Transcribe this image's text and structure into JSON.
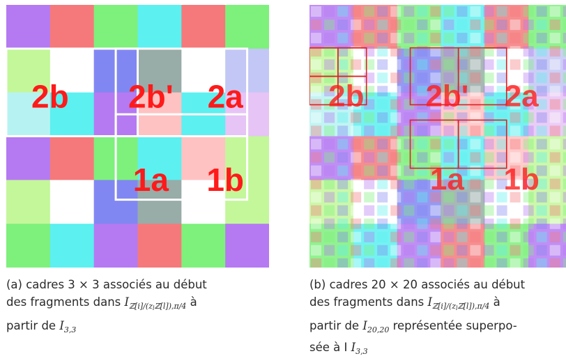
{
  "panel_a": {
    "grid_size": 6,
    "palette": {
      "p": "#b57af2",
      "s": "#f5797b",
      "g": "#7ef07c",
      "c": "#5cf0f0",
      "b": "#8187f2",
      "l": "#c3f79a",
      "w": "#ffffff",
      "t": "#3d7a74",
      "k": "#ffc2c2",
      "m": "#cfe9f5",
      "n": "#c2c7f5",
      "d": "#98aca8",
      "r": "#e6c4f5",
      "o": "#b7f2f2"
    },
    "rows": [
      [
        "p",
        "s",
        "g",
        "c",
        "s",
        "g"
      ],
      [
        "l",
        "w",
        "b",
        "d",
        "w",
        "n"
      ],
      [
        "o",
        "c",
        "p",
        "k",
        "c",
        "r"
      ],
      [
        "p",
        "s",
        "g",
        "c",
        "k",
        "l"
      ],
      [
        "l",
        "w",
        "b",
        "d",
        "w",
        "l"
      ],
      [
        "g",
        "c",
        "p",
        "s",
        "g",
        "p"
      ]
    ],
    "labels": [
      {
        "text": "2b",
        "col": 1,
        "row": 2
      },
      {
        "text": "2b'",
        "col": 3.3,
        "row": 2
      },
      {
        "text": "2a",
        "col": 5,
        "row": 2
      },
      {
        "text": "1a",
        "col": 3.3,
        "row": 3.9
      },
      {
        "text": "1b",
        "col": 5,
        "row": 3.9
      }
    ]
  },
  "panel_b": {
    "labels": [
      {
        "text": "2b",
        "col": 1,
        "row": 2
      },
      {
        "text": "2b'",
        "col": 3.3,
        "row": 2
      },
      {
        "text": "2a",
        "col": 5,
        "row": 2
      },
      {
        "text": "1a",
        "col": 3.3,
        "row": 3.9
      },
      {
        "text": "1b",
        "col": 5,
        "row": 3.9
      }
    ]
  },
  "caption_a": {
    "line1": "(a) cadres 3 × 3 associés au début",
    "line2_pre": "des fragments dans ",
    "line2_sym": "I",
    "line2_sub": "ℤ[i]/(z",
    "line2_sub2": "l",
    "line2_sub3": "ℤ[l]),π/4",
    "line2_post": " à",
    "line3_pre": "partir de ",
    "line3_sym": "I",
    "line3_sub": "3,3"
  },
  "caption_b": {
    "line1": "(b) cadres 20 × 20 associés au début",
    "line2_pre": "des fragments dans ",
    "line2_sym": "I",
    "line2_sub": "ℤ[i]/(z",
    "line2_sub2": "l",
    "line2_sub3": "ℤ[l]),π/4",
    "line2_post": " à",
    "line3_pre": "partir de ",
    "line3_sym": "I",
    "line3_sub": "20,20",
    "line3_post": " représentée superpo-",
    "line4_pre": "sée à I ",
    "line4_sym": "I",
    "line4_sub": "3,3"
  }
}
